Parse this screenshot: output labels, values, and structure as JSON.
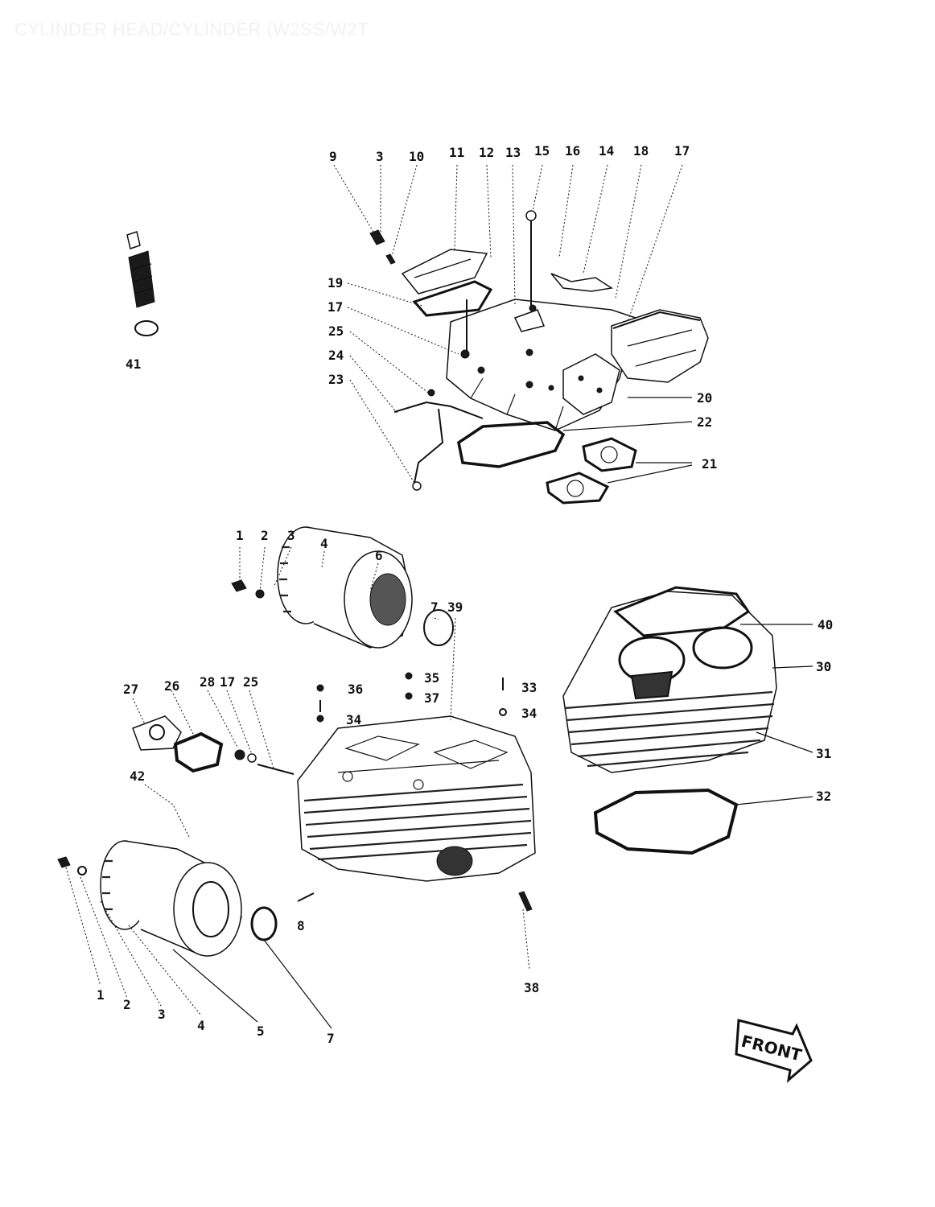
{
  "title": "CYLINDER HEAD/CYLINDER (W2SS/W2T",
  "callouts": {
    "c9": "9",
    "c3a": "3",
    "c10a": "10",
    "c11": "11",
    "c12": "12",
    "c13": "13",
    "c15": "15",
    "c16": "16",
    "c14": "14",
    "c18": "18",
    "c17a": "17",
    "c19": "19",
    "c17b": "17",
    "c25a": "25",
    "c24": "24",
    "c23": "23",
    "c41": "41",
    "c20": "20",
    "c22": "22",
    "c21": "21",
    "c1a": "1",
    "c2a": "2",
    "c3b": "3",
    "c4a": "4",
    "c6": "6",
    "c7a": "7",
    "c39": "39",
    "c40": "40",
    "c30": "30",
    "c27": "27",
    "c26": "26",
    "c28": "28",
    "c17c": "17",
    "c25b": "25",
    "c36": "36",
    "c35": "35",
    "c37": "37",
    "c33": "33",
    "c34a": "34",
    "c34b": "34",
    "c31": "31",
    "c42": "42",
    "c32": "32",
    "c8": "8",
    "c38": "38",
    "c1b": "1",
    "c2b": "2",
    "c3c": "3",
    "c4b": "4",
    "c5": "5",
    "c7b": "7"
  },
  "front_label": "FRONT"
}
